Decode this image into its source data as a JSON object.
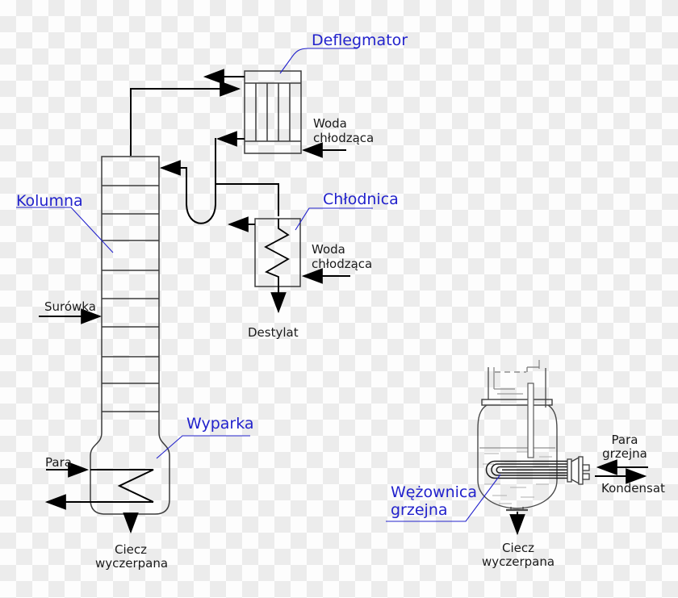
{
  "colors": {
    "label_accent": "#2222cc",
    "flow_line": "#000000",
    "equipment_line": "#3c3c3c",
    "kettle_line": "#4a4a4a",
    "checker_light": "#fdfdfd",
    "checker_dark": "#ececec"
  },
  "labels": {
    "deflegmator": "Deflegmator",
    "kolumna": "Kolumna",
    "chlodnica": "Chłodnica",
    "wyparka": "Wyparka",
    "wezownica": {
      "line1": "Wężownica",
      "line2": "grzejna"
    },
    "woda_top": {
      "line1": "Woda",
      "line2": "chłodząca"
    },
    "woda_cooler": {
      "line1": "Woda",
      "line2": "chłodząca"
    },
    "surowka": "Surówka",
    "destylat": "Destylat",
    "para": "Para",
    "ciecz_left": {
      "line1": "Ciecz",
      "line2": "wyczerpana"
    },
    "para_grzejna": {
      "line1": "Para",
      "line2": "grzejna"
    },
    "kondensat": "Kondensat",
    "ciecz_right": {
      "line1": "Ciecz",
      "line2": "wyczerpana"
    }
  }
}
